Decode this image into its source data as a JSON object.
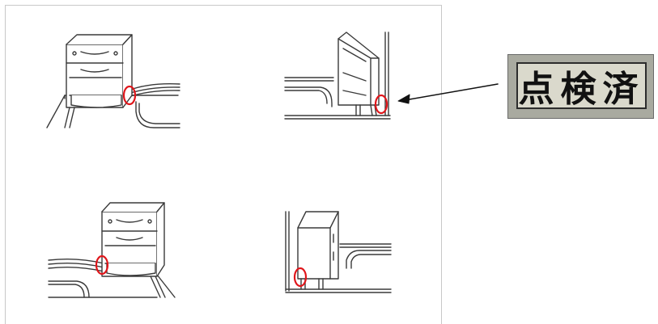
{
  "inspection_label": {
    "text": "点検済"
  },
  "colors": {
    "highlight": "#e0161b",
    "line": "#3a3a3a",
    "label_bg": "#a9aaa0",
    "label_inner": "#dad9cc"
  },
  "illustrations": [
    {
      "id": "front-left",
      "marked_part": "cable-at-right-side"
    },
    {
      "id": "side-right",
      "marked_part": "rear-foot"
    },
    {
      "id": "front-right",
      "marked_part": "cable-at-left-side"
    },
    {
      "id": "side-left",
      "marked_part": "front-foot"
    }
  ]
}
